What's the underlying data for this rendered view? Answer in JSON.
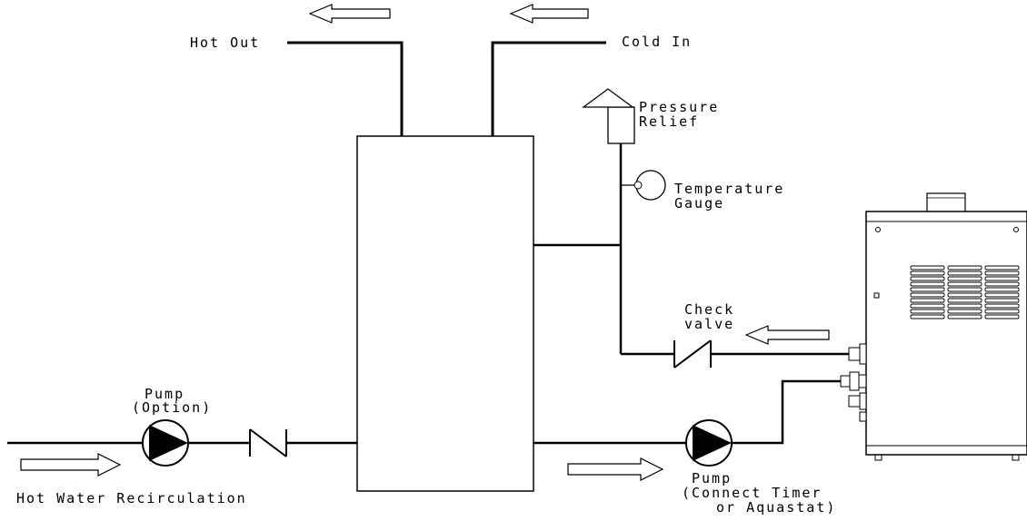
{
  "labels": {
    "hot_out": "Hot Out",
    "cold_in": "Cold In",
    "pressure_relief_1": "Pressure",
    "pressure_relief_2": "Relief",
    "temp_gauge_1": "Temperature",
    "temp_gauge_2": "Gauge",
    "check_valve_1": "Check",
    "check_valve_2": "valve",
    "pump_option_1": "Pump",
    "pump_option_2": "(Option)",
    "hot_water_recirc": "Hot Water Recirculation",
    "pump_timer_1": "Pump",
    "pump_timer_2": "(Connect Timer",
    "pump_timer_3": "or Aquastat)"
  },
  "colors": {
    "line": "#000000",
    "background": "#ffffff",
    "heater_body": "#ffffff"
  }
}
